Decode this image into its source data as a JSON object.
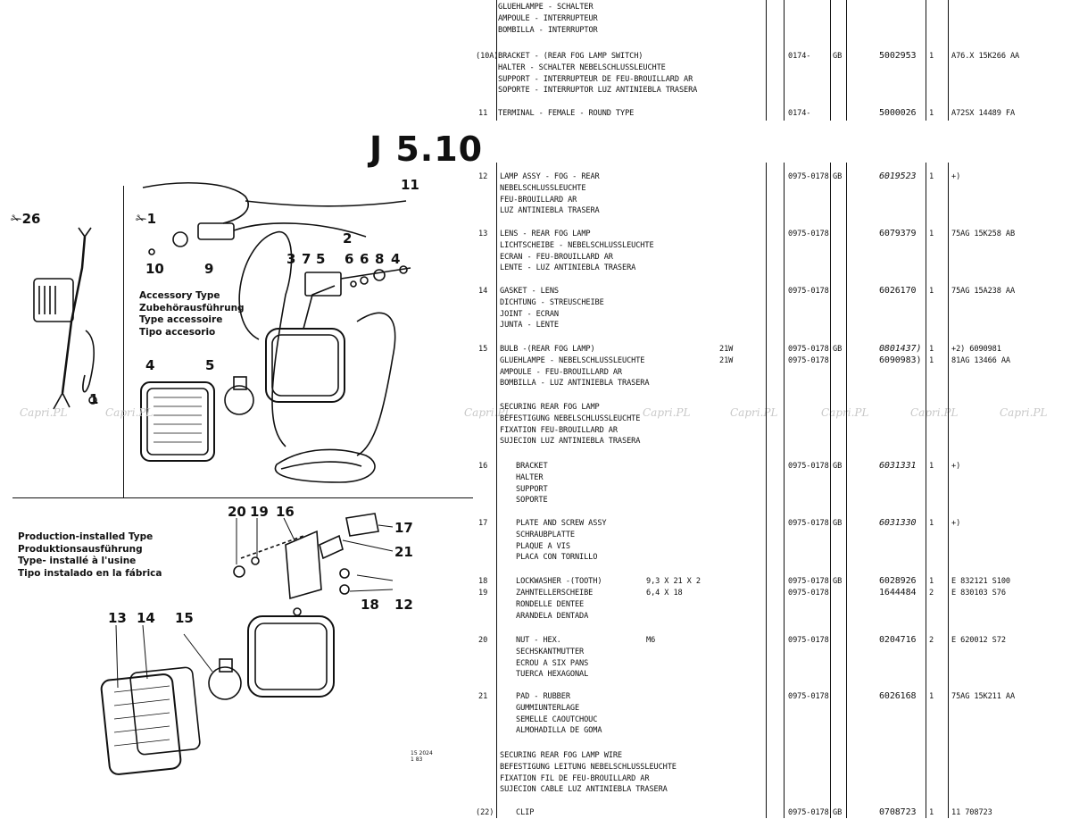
{
  "page_code": "J 5.10",
  "illustrations": {
    "variant_a": "✁26",
    "variant_b": "✁1",
    "accessory_type": [
      "Accessory Type",
      "Zubehörausführung",
      "Type accessoire",
      "Tipo accesorio"
    ],
    "production_type": [
      "Production-installed Type",
      "Produktionsausführung",
      "Type- installé à l'usine",
      "Tipo instalado en la fábrica"
    ],
    "top_callouts": [
      "11",
      "2",
      "10",
      "9",
      "3",
      "7",
      "5",
      "6",
      "6",
      "8",
      "4",
      "4",
      "5",
      "1"
    ],
    "bottom_callouts": [
      "20",
      "19",
      "16",
      "17",
      "21",
      "18",
      "12",
      "13",
      "14",
      "15"
    ],
    "small_note": "15 2024\n1 83"
  },
  "watermark": "Capri.PL",
  "entries": [
    {
      "ref": "",
      "desc": [
        "GLUEHLAMPE - SCHALTER",
        "AMPOULE - INTERRUPTEUR",
        "BOMBILLA - INTERRUPTOR"
      ],
      "spec": "",
      "watt": "",
      "date": "",
      "code": "",
      "part": "",
      "qty": "",
      "note": ""
    },
    {
      "ref": "(10A)",
      "desc": [
        "BRACKET - (REAR FOG LAMP SWITCH)",
        "HALTER - SCHALTER NEBELSCHLUSSLEUCHTE",
        "SUPPORT - INTERRUPTEUR DE FEU-BROUILLARD AR",
        "SOPORTE - INTERRUPTOR LUZ ANTINIEBLA TRASERA"
      ],
      "spec": "",
      "watt": "",
      "date": "0174-",
      "code": "GB",
      "part": "5002953",
      "qty": "1",
      "note": "A76.X 15K266 AA"
    },
    {
      "ref": "11",
      "desc": [
        "TERMINAL - FEMALE - ROUND TYPE"
      ],
      "spec": "",
      "watt": "",
      "date": "0174-",
      "code": "",
      "part": "5000026",
      "qty": "1",
      "note": "A72SX 14489 FA"
    },
    {
      "ref": "12",
      "desc": [
        "LAMP ASSY - FOG - REAR",
        "NEBELSCHLUSSLEUCHTE",
        "FEU-BROUILLARD AR",
        "LUZ ANTINIEBLA TRASERA"
      ],
      "spec": "",
      "watt": "",
      "date": "0975-0178",
      "code": "GB",
      "part": "6019523",
      "qty": "1",
      "note": "+)"
    },
    {
      "ref": "13",
      "desc": [
        "LENS - REAR FOG LAMP",
        "LICHTSCHEIBE - NEBELSCHLUSSLEUCHTE",
        "ECRAN - FEU-BROUILLARD AR",
        "LENTE - LUZ ANTINIEBLA TRASERA"
      ],
      "spec": "",
      "watt": "",
      "date": "0975-0178",
      "code": "",
      "part": "6079379",
      "qty": "1",
      "note": "75AG 15K258 AB"
    },
    {
      "ref": "14",
      "desc": [
        "GASKET - LENS",
        "DICHTUNG - STREUSCHEIBE",
        "JOINT - ECRAN",
        "JUNTA - LENTE"
      ],
      "spec": "",
      "watt": "",
      "date": "0975-0178",
      "code": "",
      "part": "6026170",
      "qty": "1",
      "note": "75AG 15A238 AA"
    },
    {
      "ref": "15",
      "desc": [
        "BULB -(REAR FOG LAMP)",
        "GLUEHLAMPE - NEBELSCHLUSSLEUCHTE",
        "AMPOULE - FEU-BROUILLARD AR",
        "BOMBILLA - LUZ ANTINIEBLA TRASERA"
      ],
      "spec": "",
      "watt": "21W",
      "date": "0975-0178",
      "code": "GB",
      "part": "0801437)",
      "qty": "1",
      "note": "+2) 6090981"
    },
    {
      "ref": "",
      "desc": [
        "SECURING REAR FOG LAMP",
        "BEFESTIGUNG NEBELSCHLUSSLEUCHTE",
        "FIXATION FEU-BROUILLARD AR",
        "SUJECION LUZ ANTINIEBLA TRASERA"
      ],
      "spec": "",
      "watt": "",
      "date": "",
      "code": "",
      "part": "",
      "qty": "",
      "note": ""
    },
    {
      "ref": "16",
      "desc": [
        "BRACKET",
        "HALTER",
        "SUPPORT",
        "SOPORTE"
      ],
      "spec": "",
      "watt": "",
      "date": "0975-0178",
      "code": "GB",
      "part": "6031331",
      "qty": "1",
      "note": "+)"
    },
    {
      "ref": "17",
      "desc": [
        "PLATE AND SCREW ASSY",
        "SCHRAUBPLATTE",
        "PLAQUE A VIS",
        "PLACA CON TORNILLO"
      ],
      "spec": "",
      "watt": "",
      "date": "0975-0178",
      "code": "GB",
      "part": "6031330",
      "qty": "1",
      "note": "+)"
    },
    {
      "ref": "18",
      "desc": [
        "LOCKWASHER -(TOOTH)"
      ],
      "spec": "9,3 X 21 X 2",
      "watt": "",
      "date": "0975-0178",
      "code": "GB",
      "part": "6028926",
      "qty": "1",
      "note": "E 832121 S100"
    },
    {
      "ref": "19",
      "desc": [
        "ZAHNTELLERSCHEIBE",
        "RONDELLE DENTEE",
        "ARANDELA DENTADA"
      ],
      "spec": "6,4 X 18",
      "watt": "",
      "date": "0975-0178",
      "code": "",
      "part": "1644484",
      "qty": "2",
      "note": "E 830103 S76"
    },
    {
      "ref": "20",
      "desc": [
        "NUT - HEX.",
        "SECHSKANTMUTTER",
        "ECROU A SIX PANS",
        "TUERCA HEXAGONAL"
      ],
      "spec": "M6",
      "watt": "",
      "date": "0975-0178",
      "code": "",
      "part": "0204716",
      "qty": "2",
      "note": "E 620012 S72"
    },
    {
      "ref": "21",
      "desc": [
        "PAD - RUBBER",
        "GUMMIUNTERLAGE",
        "SEMELLE CAOUTCHOUC",
        "ALMOHADILLA DE GOMA"
      ],
      "spec": "",
      "watt": "",
      "date": "0975-0178",
      "code": "",
      "part": "6026168",
      "qty": "1",
      "note": "75AG 15K211 AA"
    },
    {
      "ref": "",
      "desc": [
        "SECURING REAR FOG LAMP WIRE",
        "BEFESTIGUNG LEITUNG NEBELSCHLUSSLEUCHTE",
        "FIXATION FIL DE FEU-BROUILLARD AR",
        "SUJECION CABLE LUZ ANTINIEBLA TRASERA"
      ],
      "spec": "",
      "watt": "",
      "date": "",
      "code": "",
      "part": "",
      "qty": "",
      "note": ""
    },
    {
      "ref": "(22)",
      "desc": [
        "CLIP"
      ],
      "spec": "",
      "watt": "",
      "date": "0975-0178",
      "code": "GB",
      "part": "0708723",
      "qty": "1",
      "note": "11 708723"
    }
  ],
  "bulb_second_line": {
    "watt": "21W",
    "date": "0975-0178",
    "part": "6090983)",
    "qty": "1",
    "note": "81AG 13466 AA"
  }
}
